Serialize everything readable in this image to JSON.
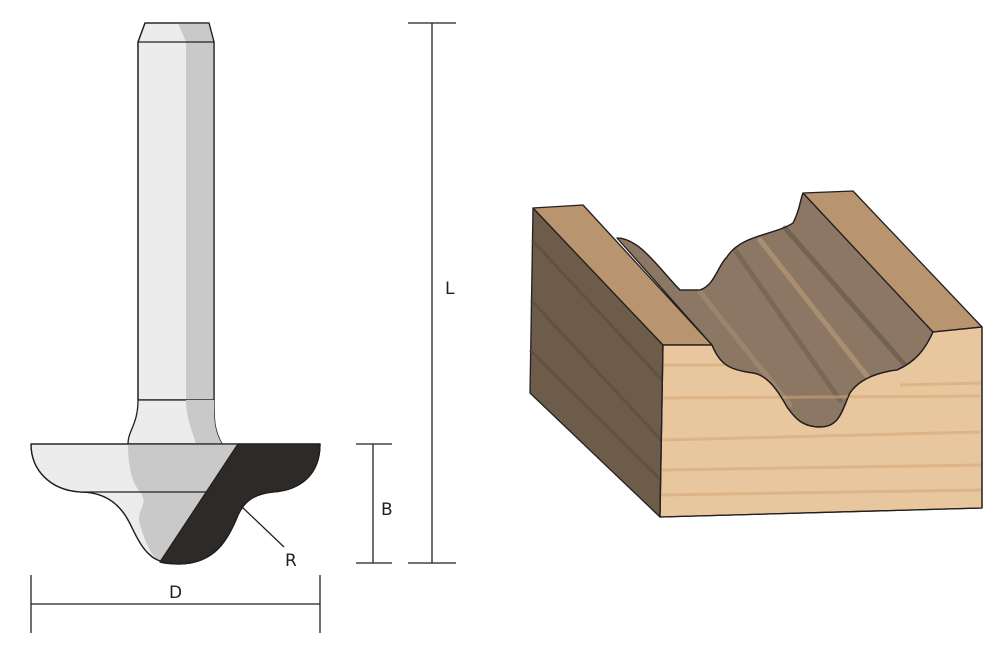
{
  "diagram": {
    "labels": {
      "overall_length": "L",
      "cutting_height": "B",
      "diameter": "D",
      "radius": "R"
    },
    "colors": {
      "outline": "#231f20",
      "shank_light": "#ececec",
      "shank_shade": "#c8c8c8",
      "carbide": "#2e2a28",
      "wood_front": "#e9c79e",
      "wood_top": "#b8946f",
      "wood_side": "#6e5c4a",
      "wood_groove": "#8b7763"
    }
  }
}
